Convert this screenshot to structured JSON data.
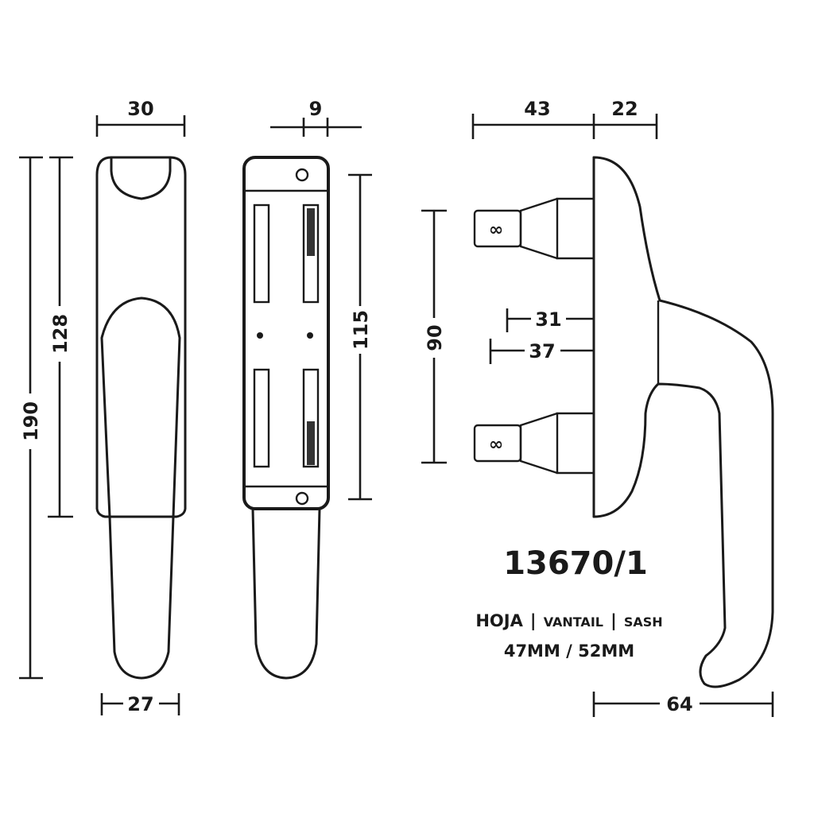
{
  "product": {
    "code": "13670/1",
    "sash_label_1": "HOJA",
    "sash_label_2": "VANTAIL",
    "sash_label_3": "SASH",
    "separator": "|",
    "sizes": "47MM / 52MM"
  },
  "front_view": {
    "width_top": "30",
    "width_bottom": "27",
    "height_total": "190",
    "height_cover": "128"
  },
  "back_view": {
    "thickness": "9",
    "plate_height": "115"
  },
  "side_view": {
    "spindle_length": "43",
    "rose_depth": "22",
    "screw_spacing": "90",
    "spindle_31": "31",
    "spindle_37": "37",
    "handle_projection": "64"
  }
}
